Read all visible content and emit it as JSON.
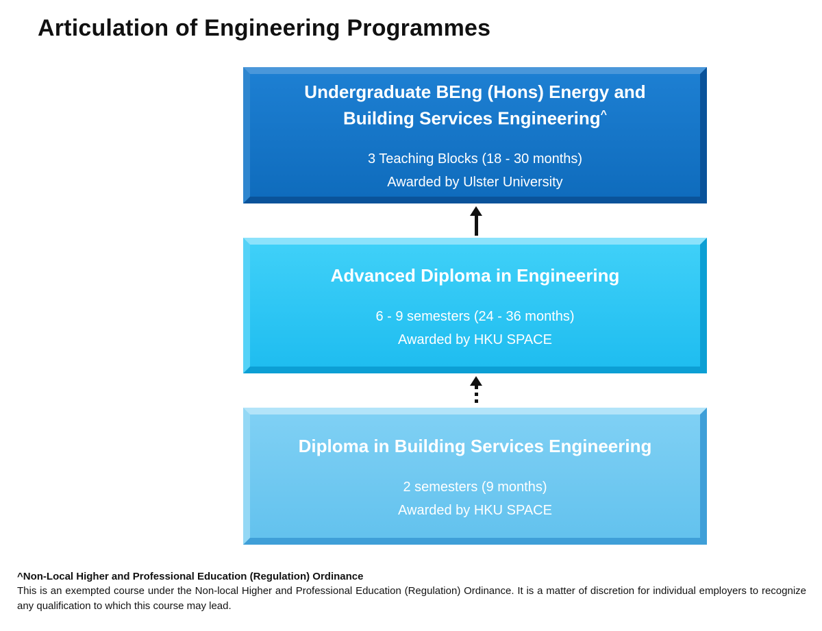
{
  "page": {
    "title": "Articulation of Engineering Programmes"
  },
  "diagram": {
    "boxes": [
      {
        "id": "undergraduate-beng",
        "title": "Undergraduate BEng (Hons) Energy and Building Services Engineering",
        "sup": "^",
        "duration": "3 Teaching Blocks (18 - 30 months)",
        "award": "Awarded by Ulster University",
        "color": "#0f6cbd"
      },
      {
        "id": "advanced-diploma",
        "title": "Advanced Diploma in Engineering",
        "sup": "",
        "duration": "6 - 9 semesters (24 - 36 months)",
        "award": "Awarded by HKU SPACE",
        "color": "#1fbdf0"
      },
      {
        "id": "diploma",
        "title": "Diploma in Building Services Engineering",
        "sup": "",
        "duration": "2 semesters (9 months)",
        "award": "Awarded by HKU SPACE",
        "color": "#63c2ee"
      }
    ],
    "arrows": [
      {
        "from": "advanced-diploma",
        "to": "undergraduate-beng",
        "style": "solid",
        "direction": "up",
        "color": "#111111"
      },
      {
        "from": "diploma",
        "to": "advanced-diploma",
        "style": "dotted",
        "direction": "up",
        "color": "#111111"
      }
    ]
  },
  "footnote": {
    "heading": "^Non-Local Higher and Professional Education (Regulation) Ordinance",
    "body": "This is an exempted course under the Non-local Higher and Professional Education (Regulation) Ordinance. It is a matter of discretion for individual employers to recognize any qualification to which this course may lead."
  }
}
